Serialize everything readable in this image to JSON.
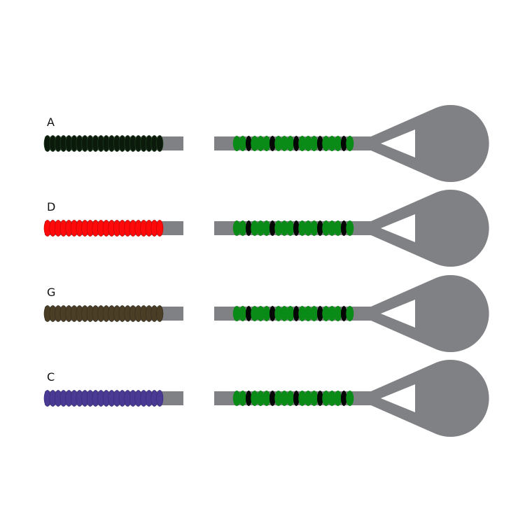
{
  "colors": {
    "background": "#ffffff",
    "shaft": "#808184",
    "green_wrap": "#0a8a16",
    "black_band": "#050505"
  },
  "rows": [
    {
      "label": "A",
      "wrap_color": "#0b1a0b",
      "wrap_outline": "#1d3a1d"
    },
    {
      "label": "D",
      "wrap_color": "#ff0a0a",
      "wrap_outline": "#d10000"
    },
    {
      "label": "G",
      "wrap_color": "#4a3f26",
      "wrap_outline": "#3a3020"
    },
    {
      "label": "C",
      "wrap_color": "#4b3a94",
      "wrap_outline": "#3a2d80"
    }
  ]
}
